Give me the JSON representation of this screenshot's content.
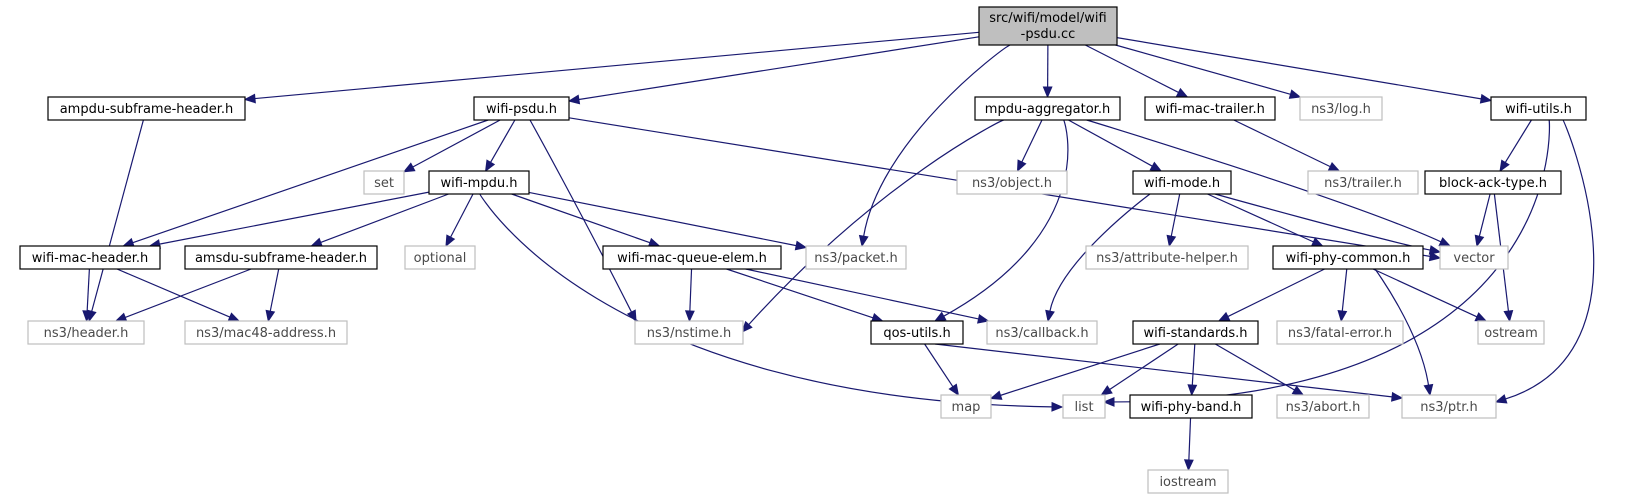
{
  "diagram": {
    "root": {
      "id": "root",
      "label_lines": [
        "src/wifi/model/wifi",
        "-psdu.cc"
      ]
    },
    "nodes": [
      {
        "id": "ampdu-subframe-header",
        "label": "ampdu-subframe-header.h",
        "kind": "local"
      },
      {
        "id": "wifi-psdu",
        "label": "wifi-psdu.h",
        "kind": "local"
      },
      {
        "id": "mpdu-aggregator",
        "label": "mpdu-aggregator.h",
        "kind": "local"
      },
      {
        "id": "wifi-mac-trailer",
        "label": "wifi-mac-trailer.h",
        "kind": "local"
      },
      {
        "id": "ns3-log",
        "label": "ns3/log.h",
        "kind": "external"
      },
      {
        "id": "wifi-utils",
        "label": "wifi-utils.h",
        "kind": "local"
      },
      {
        "id": "set",
        "label": "set",
        "kind": "external"
      },
      {
        "id": "wifi-mpdu",
        "label": "wifi-mpdu.h",
        "kind": "local"
      },
      {
        "id": "ns3-object",
        "label": "ns3/object.h",
        "kind": "external"
      },
      {
        "id": "wifi-mode",
        "label": "wifi-mode.h",
        "kind": "local"
      },
      {
        "id": "ns3-trailer",
        "label": "ns3/trailer.h",
        "kind": "external"
      },
      {
        "id": "block-ack-type",
        "label": "block-ack-type.h",
        "kind": "local"
      },
      {
        "id": "wifi-mac-header",
        "label": "wifi-mac-header.h",
        "kind": "local"
      },
      {
        "id": "amsdu-subframe-header",
        "label": "amsdu-subframe-header.h",
        "kind": "local"
      },
      {
        "id": "optional",
        "label": "optional",
        "kind": "external"
      },
      {
        "id": "wifi-mac-queue-elem",
        "label": "wifi-mac-queue-elem.h",
        "kind": "local"
      },
      {
        "id": "ns3-packet",
        "label": "ns3/packet.h",
        "kind": "external"
      },
      {
        "id": "ns3-attribute-helper",
        "label": "ns3/attribute-helper.h",
        "kind": "external"
      },
      {
        "id": "wifi-phy-common",
        "label": "wifi-phy-common.h",
        "kind": "local"
      },
      {
        "id": "vector",
        "label": "vector",
        "kind": "external"
      },
      {
        "id": "ns3-header",
        "label": "ns3/header.h",
        "kind": "external"
      },
      {
        "id": "ns3-mac48-address",
        "label": "ns3/mac48-address.h",
        "kind": "external"
      },
      {
        "id": "ns3-nstime",
        "label": "ns3/nstime.h",
        "kind": "external"
      },
      {
        "id": "qos-utils",
        "label": "qos-utils.h",
        "kind": "local"
      },
      {
        "id": "ns3-callback",
        "label": "ns3/callback.h",
        "kind": "external"
      },
      {
        "id": "wifi-standards",
        "label": "wifi-standards.h",
        "kind": "local"
      },
      {
        "id": "ns3-fatal-error",
        "label": "ns3/fatal-error.h",
        "kind": "external"
      },
      {
        "id": "ostream",
        "label": "ostream",
        "kind": "external"
      },
      {
        "id": "map",
        "label": "map",
        "kind": "external"
      },
      {
        "id": "list",
        "label": "list",
        "kind": "external"
      },
      {
        "id": "wifi-phy-band",
        "label": "wifi-phy-band.h",
        "kind": "local"
      },
      {
        "id": "ns3-abort",
        "label": "ns3/abort.h",
        "kind": "external"
      },
      {
        "id": "ns3-ptr",
        "label": "ns3/ptr.h",
        "kind": "external"
      },
      {
        "id": "iostream",
        "label": "iostream",
        "kind": "external"
      }
    ],
    "edges": [
      [
        "root",
        "ampdu-subframe-header"
      ],
      [
        "root",
        "wifi-psdu"
      ],
      [
        "root",
        "ns3-packet"
      ],
      [
        "root",
        "mpdu-aggregator"
      ],
      [
        "root",
        "wifi-mac-trailer"
      ],
      [
        "root",
        "ns3-log"
      ],
      [
        "root",
        "wifi-utils"
      ],
      [
        "ampdu-subframe-header",
        "ns3-header"
      ],
      [
        "wifi-psdu",
        "set"
      ],
      [
        "wifi-psdu",
        "wifi-mpdu"
      ],
      [
        "wifi-psdu",
        "wifi-mac-header"
      ],
      [
        "wifi-psdu",
        "ns3-nstime"
      ],
      [
        "wifi-psdu",
        "vector"
      ],
      [
        "wifi-mpdu",
        "wifi-mac-header"
      ],
      [
        "wifi-mpdu",
        "amsdu-subframe-header"
      ],
      [
        "wifi-mpdu",
        "optional"
      ],
      [
        "wifi-mpdu",
        "wifi-mac-queue-elem"
      ],
      [
        "wifi-mpdu",
        "ns3-packet"
      ],
      [
        "wifi-mpdu",
        "list"
      ],
      [
        "mpdu-aggregator",
        "ns3-object"
      ],
      [
        "mpdu-aggregator",
        "wifi-mode"
      ],
      [
        "mpdu-aggregator",
        "ns3-nstime"
      ],
      [
        "mpdu-aggregator",
        "qos-utils"
      ],
      [
        "mpdu-aggregator",
        "vector"
      ],
      [
        "wifi-mac-trailer",
        "ns3-trailer"
      ],
      [
        "wifi-utils",
        "block-ack-type"
      ],
      [
        "wifi-utils",
        "list"
      ],
      [
        "wifi-utils",
        "ns3-ptr"
      ],
      [
        "block-ack-type",
        "vector"
      ],
      [
        "block-ack-type",
        "ostream"
      ],
      [
        "wifi-mode",
        "ns3-attribute-helper"
      ],
      [
        "wifi-mode",
        "wifi-phy-common"
      ],
      [
        "wifi-mode",
        "ns3-callback"
      ],
      [
        "wifi-mode",
        "vector"
      ],
      [
        "wifi-mac-header",
        "ns3-header"
      ],
      [
        "wifi-mac-header",
        "ns3-mac48-address"
      ],
      [
        "amsdu-subframe-header",
        "ns3-header"
      ],
      [
        "amsdu-subframe-header",
        "ns3-mac48-address"
      ],
      [
        "wifi-mac-queue-elem",
        "ns3-nstime"
      ],
      [
        "wifi-mac-queue-elem",
        "qos-utils"
      ],
      [
        "wifi-mac-queue-elem",
        "ns3-callback"
      ],
      [
        "wifi-phy-common",
        "wifi-standards"
      ],
      [
        "wifi-phy-common",
        "ns3-fatal-error"
      ],
      [
        "wifi-phy-common",
        "ostream"
      ],
      [
        "wifi-phy-common",
        "ns3-ptr"
      ],
      [
        "qos-utils",
        "map"
      ],
      [
        "qos-utils",
        "ns3-ptr"
      ],
      [
        "wifi-standards",
        "map"
      ],
      [
        "wifi-standards",
        "list"
      ],
      [
        "wifi-standards",
        "wifi-phy-band"
      ],
      [
        "wifi-standards",
        "ns3-abort"
      ],
      [
        "wifi-phy-band",
        "iostream"
      ]
    ],
    "colors": {
      "edge": "#191970",
      "root_fill": "#bfbfbf",
      "local_border": "#000000",
      "external_border": "#bfbfbf"
    }
  }
}
